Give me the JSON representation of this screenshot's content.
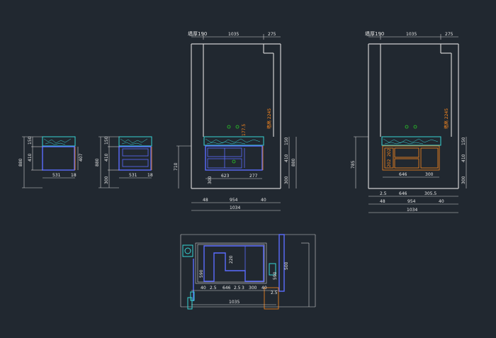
{
  "colors": {
    "background": "#212830",
    "dimension": "#e8e8e8",
    "accent_orange": "#ff8a1e",
    "cabinet_blue": "#5b6cff",
    "stone_cyan": "#38d4d4",
    "marker_green": "#28c828"
  },
  "view1": {
    "heights": [
      "880",
      "150",
      "410",
      "407"
    ],
    "widths": [
      "531",
      "18"
    ]
  },
  "view2": {
    "heights": [
      "880",
      "150",
      "410",
      "300"
    ],
    "widths": [
      "531",
      "18"
    ]
  },
  "view3": {
    "wall_label": "墙厚190",
    "top_widths": [
      "1035",
      "275"
    ],
    "left_height": "710",
    "heights_right": [
      "150",
      "410",
      "300",
      "880"
    ],
    "inner": [
      "177.5",
      "300",
      "623",
      "277"
    ],
    "side_label": "墙高 2245",
    "bottom": [
      "48",
      "954",
      "40",
      "1034"
    ]
  },
  "view4": {
    "wall_label": "墙厚190",
    "top_widths": [
      "1035",
      "275"
    ],
    "left_height": "785",
    "heights_right": [
      "150",
      "410",
      "300"
    ],
    "inner": [
      "202",
      "202",
      "646",
      "300"
    ],
    "side_label": "墙高 2245",
    "bottom_row1": [
      "2.5",
      "646",
      "305.5"
    ],
    "bottom_row2": [
      "48",
      "954",
      "40"
    ],
    "bottom_total": "1034"
  },
  "plan": {
    "labels": [
      "220",
      "590",
      "500",
      "590"
    ],
    "bottom_row": [
      "40",
      "2.5",
      "646",
      "2.5",
      "3",
      "300",
      "40",
      "2.5"
    ],
    "total": "1035"
  }
}
